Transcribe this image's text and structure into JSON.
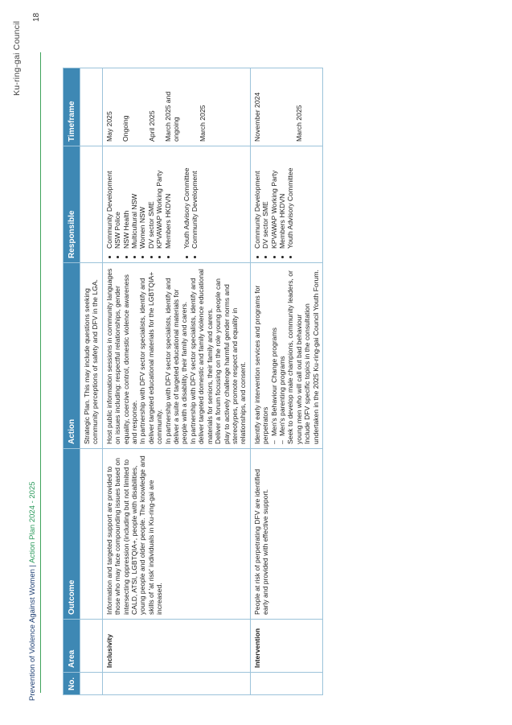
{
  "header": {
    "org_name": "Ku-ring-gai Council",
    "page_number": "18"
  },
  "footer": {
    "title": "Prevention of Violence Against Women",
    "separator": " | ",
    "plan": "Action Plan 2024 - 2025"
  },
  "table": {
    "columns": {
      "no": "No.",
      "area": "Area",
      "outcome": "Outcome",
      "action": "Action",
      "responsible": "Responsible",
      "timeframe": "Timeframe"
    },
    "rows": [
      {
        "no": "",
        "area": "",
        "outcome": "",
        "actions": [
          "Strategic Plan. This may include questions seeking community perceptions of safety and DFV in the LGA."
        ],
        "responsible": [],
        "timeframes": []
      },
      {
        "no": "",
        "area": "Inclusivity",
        "outcome": "Information and targeted support are provided to those who may face compounding issues based on intersecting oppression (including but not limited to CALD, ATSI, LGBTQIA+, people with disabilities, young people and older people. The knowledge and skills of 'at risk' individuals in Ku-ring-gai are increased.",
        "actions": [
          "Host public information sessions in community languages on issues including: respectful relationships, gender equality, coercive control, domestic violence awareness and response.",
          "In partnership with DFV sector specialists, identify and deliver targeted educational materials for the LGBTQIA+ community.",
          "In partnership with DFV sector specialists, identify and deliver a suite of targeted educational materials for people with a disability, their family and carers.",
          "In partnership with DFV sector specialists, identify and deliver targeted domestic and family violence educational materials for seniors, their family and carers.",
          "Deliver a forum focusing on the role young people can play to actively challenge harmful gender norms and stereotypes, promote respect and equality in relationships, and consent."
        ],
        "responsible": [
          "Community Development",
          "NSW Police",
          "NSW Health",
          "Multicultural NSW",
          "Women NSW",
          "DV sector SME",
          "KPVAWAP Working Party",
          "Members HKDVN",
          "Youth Advisory Committee",
          "Community Development"
        ],
        "timeframes": [
          "May 2025",
          "Ongoing",
          "April 2025",
          "March 2025 and ongoing",
          "March 2025"
        ]
      },
      {
        "no": "",
        "area": "Intervention",
        "outcome": "People at risk of perpetrating DFV are identified early and provided with effective support.",
        "actions_intro": "Identify early intervention services and programs for perpetrators",
        "action_subitems": [
          "Men's Behaviour Change programs",
          "Men's parenting programs"
        ],
        "actions_after": [
          "Seek to develop male champions, community leaders, or young men who will call out bad behaviour",
          "Include DFV specific topics in the consultation undertaken in the 2025 Ku-ring-gai Council Youth Forum."
        ],
        "responsible": [
          "Community Development",
          "DV sector SME",
          "KPVAWAP Working Party",
          "Members HKDVN",
          "Youth Advisory Committee"
        ],
        "timeframes": [
          "November 2024",
          "March 2025"
        ]
      }
    ]
  },
  "colors": {
    "header_fill": "#3e88b4",
    "border": "#9cc3da",
    "footer_title": "#1e3f73",
    "footer_accent": "#2e9b5e",
    "rule": "#3fa35b"
  }
}
